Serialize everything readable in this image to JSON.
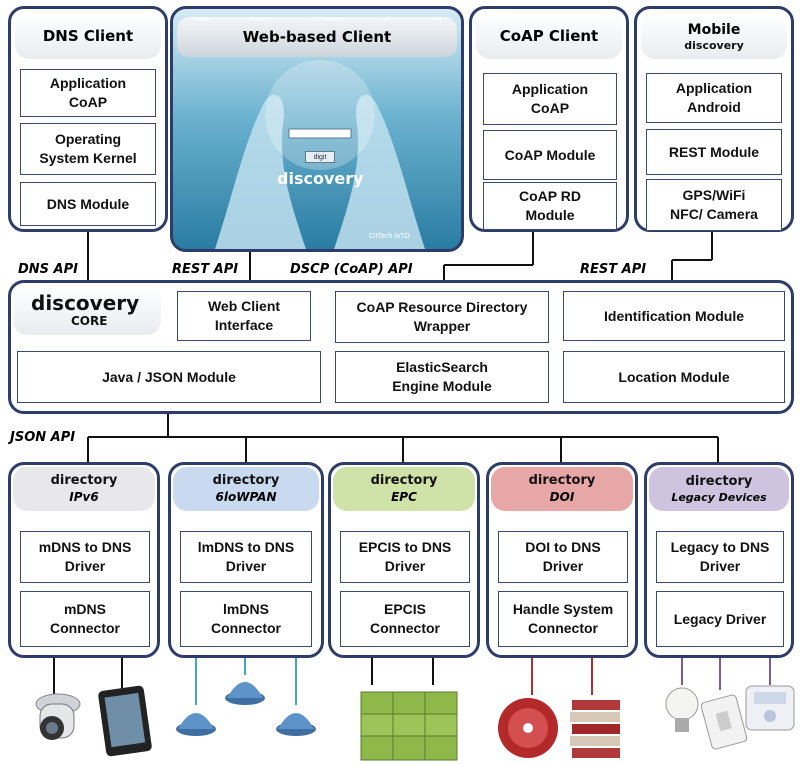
{
  "clients": {
    "dns": {
      "title": "DNS Client",
      "modules": [
        "Application\nCoAP",
        "Operating\nSystem Kernel",
        "DNS Module"
      ]
    },
    "web": {
      "title": "Web-based Client",
      "nav": [
        "Home",
        "directory",
        "Architecture",
        "API",
        "Help"
      ],
      "button": "digit",
      "logo": "discovery",
      "credit": "CitTech IoTO"
    },
    "coap": {
      "title": "CoAP Client",
      "modules": [
        "Application\nCoAP",
        "CoAP Module",
        "CoAP RD\nModule"
      ]
    },
    "mobile": {
      "title": "Mobile",
      "subtitle": "discovery",
      "modules": [
        "Application\nAndroid",
        "REST Module",
        "GPS/WiFi\nNFC/ Camera"
      ]
    }
  },
  "apis": {
    "dns": "DNS API",
    "rest1": "REST API",
    "dscp": "DSCP (CoAP) API",
    "rest2": "REST API",
    "json": "JSON API"
  },
  "core": {
    "logo": "discovery",
    "logo_sub": "CORE",
    "modules": {
      "web_client": "Web Client\nInterface",
      "coap_rd": "CoAP Resource Directory\nWrapper",
      "identification": "Identification Module",
      "java_json": "Java / JSON Module",
      "elastic": "ElasticSearch\nEngine Module",
      "location": "Location Module"
    }
  },
  "directories": [
    {
      "logo": "directory",
      "name": "IPv6",
      "color": "#e8e8ea",
      "modules": [
        "mDNS to DNS\nDriver",
        "mDNS\nConnector"
      ]
    },
    {
      "logo": "directory",
      "name": "6loWPAN",
      "color": "#c9d9ef",
      "modules": [
        "lmDNS to DNS\nDriver",
        "lmDNS\nConnector"
      ]
    },
    {
      "logo": "directory",
      "name": "EPC",
      "color": "#cfe2a8",
      "modules": [
        "EPCIS to DNS\nDriver",
        "EPCIS\nConnector"
      ]
    },
    {
      "logo": "directory",
      "name": "DOI",
      "color": "#e7a7a6",
      "modules": [
        "DOI to DNS\nDriver",
        "Handle System\nConnector"
      ]
    },
    {
      "logo": "directory",
      "name": "Legacy Devices",
      "color": "#cfc4df",
      "modules": [
        "Legacy to DNS\nDriver",
        "Legacy Driver"
      ]
    }
  ],
  "colors": {
    "border": "#2d3d6a",
    "line": "#111111",
    "teal": "#4aa3b8",
    "red": "#b03030",
    "purple": "#7a5aa0"
  }
}
